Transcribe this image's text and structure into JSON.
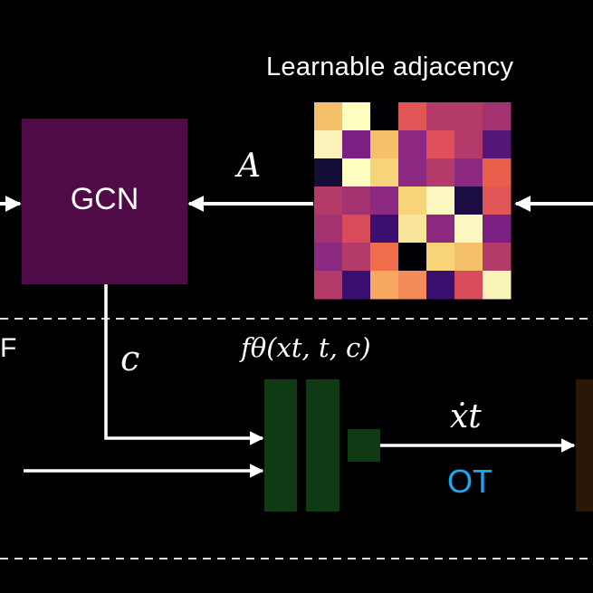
{
  "diagram": {
    "heatmap_title": "Learnable adjacency",
    "gcn_label": "GCN",
    "adjacency_symbol": "A",
    "condition_symbol": "c",
    "vector_field_label": "fθ(xt, t, c)",
    "velocity_label": "ẋt",
    "ot_label": "OT",
    "left_partial_letter": "F",
    "colors": {
      "background": "#000000",
      "gcn_block": "#510a48",
      "network_block": "#0f3a14",
      "output_block": "#2a1708",
      "arrow": "#ffffff",
      "ot_text": "#1aa8f0"
    },
    "heatmap_cells": [
      [
        "#f4c06a",
        "#fcfdbf",
        "#000004",
        "#e05555",
        "#b43a6a",
        "#b43a6a",
        "#a23270"
      ],
      [
        "#fcf1b8",
        "#7b2082",
        "#f4c06a",
        "#8c2981",
        "#e0505a",
        "#b43a6a",
        "#55167a"
      ],
      [
        "#140d38",
        "#fcfdbf",
        "#f7d37a",
        "#8c2981",
        "#b43a6a",
        "#8c2981",
        "#e8604c"
      ],
      [
        "#b43a6a",
        "#a23270",
        "#8c2981",
        "#f7d37a",
        "#fcf6c0",
        "#1b0c41",
        "#e05555"
      ],
      [
        "#a23270",
        "#d84b5a",
        "#3b0f70",
        "#f9e59a",
        "#8c2981",
        "#fcf6c0",
        "#7b2082"
      ],
      [
        "#8c2981",
        "#b43a6a",
        "#f06d4c",
        "#000004",
        "#f7d37a",
        "#f4c06a",
        "#b43a6a"
      ],
      [
        "#b43a6a",
        "#3b0f70",
        "#f9a862",
        "#f58a5a",
        "#3b0f70",
        "#d84b5a",
        "#f9f5b8"
      ]
    ]
  }
}
